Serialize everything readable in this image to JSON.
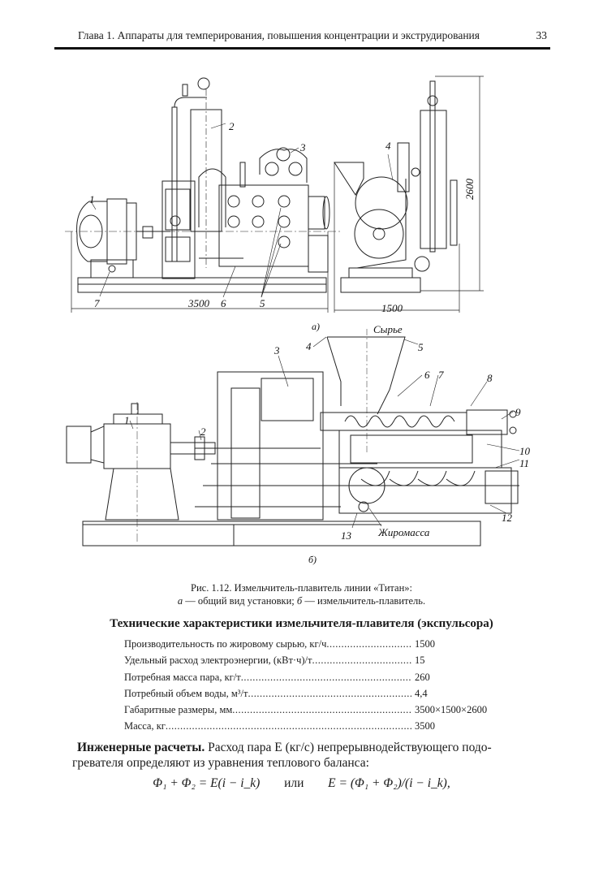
{
  "header": {
    "chapter_title": "Глава 1. Аппараты для темперирования, повышения концентрации и экструдирования",
    "page_number": "33"
  },
  "figure": {
    "view_a": {
      "callouts": [
        "1",
        "2",
        "3",
        "4",
        "5",
        "6",
        "7"
      ],
      "dim_length": "3500",
      "dim_width": "1500",
      "dim_height": "2600",
      "label": "а)"
    },
    "view_b": {
      "callouts": [
        "1",
        "2",
        "3",
        "4",
        "5",
        "6",
        "7",
        "8",
        "9",
        "10",
        "11",
        "12",
        "13"
      ],
      "inlet_label": "Сырье",
      "outlet_label": "Жиромасса",
      "label": "б)"
    },
    "caption_line1": "Рис. 1.12. Измельчитель-плавитель линии «Титан»:",
    "caption_a": "а",
    "caption_a_text": " — общий вид установки; ",
    "caption_b": "б",
    "caption_b_text": " — измельчитель-плавитель."
  },
  "specs": {
    "title": "Технические характеристики измельчителя-плавителя (экспульсора)",
    "rows": [
      {
        "label": "Производительность по жировому сырью, кг/ч",
        "value": "1500"
      },
      {
        "label": "Удельный расход электроэнергии, (кВт·ч)/т",
        "value": "15"
      },
      {
        "label": "Потребная масса пара, кг/т",
        "value": "260"
      },
      {
        "label": "Потребный объем воды, м³/т",
        "value": "4,4"
      },
      {
        "label": "Габаритные размеры, мм",
        "value": "3500×1500×2600"
      },
      {
        "label": "Масса, кг",
        "value": "3500"
      }
    ]
  },
  "body": {
    "heading": "Инженерные расчеты.",
    "text_line1": " Расход пара E (кг/с) непрерывнодействующего подо-",
    "text_line2": "гревателя определяют из уравнения теплового баланса:",
    "formula_left": "Φ₁ + Φ₂ = E(i − i_k)",
    "formula_sep": "или",
    "formula_right": "E = (Φ₁ + Φ₂)/(i − i_k),"
  }
}
